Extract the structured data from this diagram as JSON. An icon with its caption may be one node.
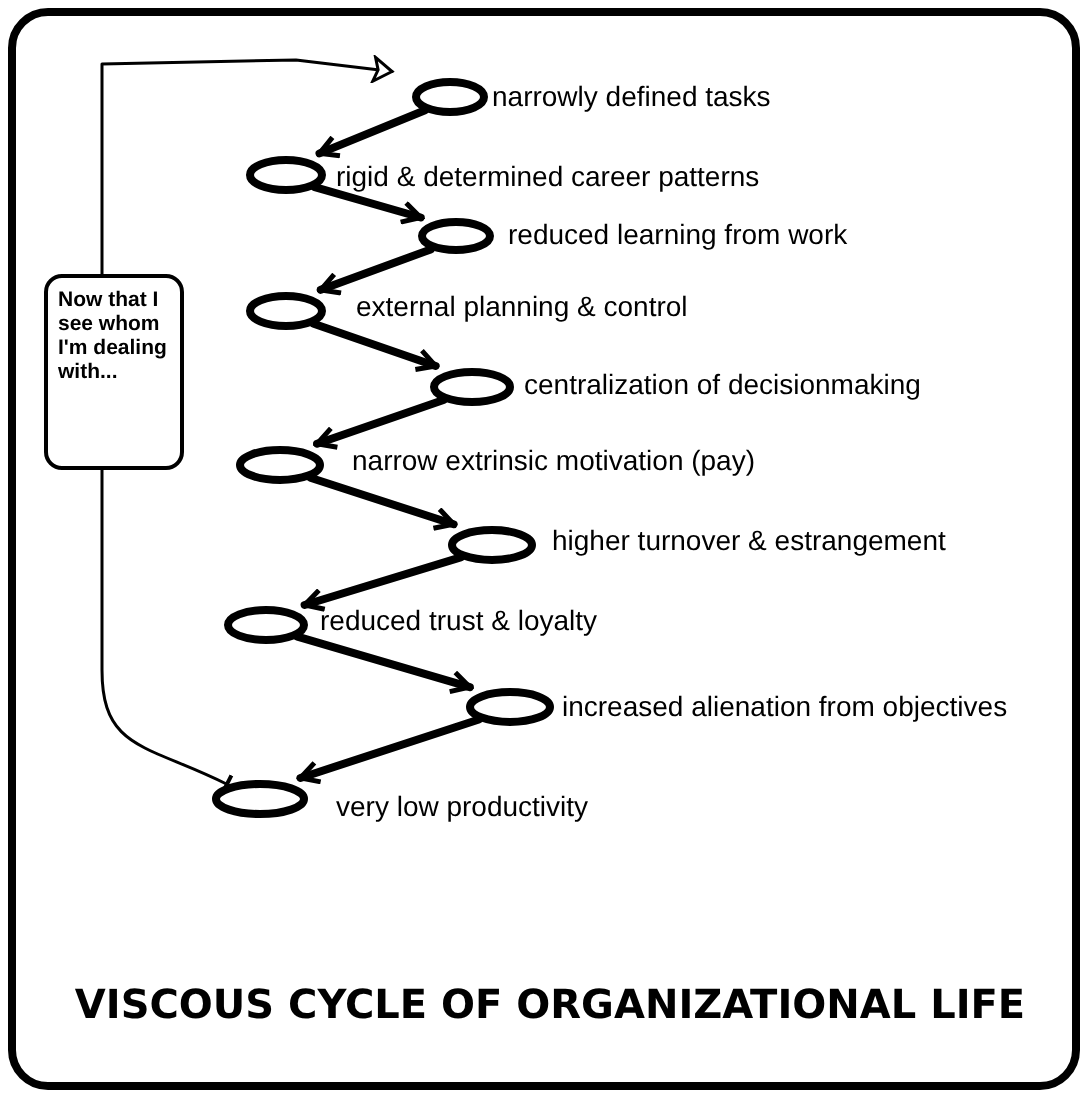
{
  "diagram": {
    "title": "VISCOUS CYCLE OF ORGANIZATIONAL LIFE",
    "nodes": [
      {
        "text": [],
        "shape": "ellipse",
        "beside": [
          "narrowly defined tasks"
        ]
      },
      {
        "text": [],
        "shape": "ellipse",
        "beside": [
          "rigid & determined career patterns"
        ]
      },
      {
        "text": [],
        "shape": "ellipse",
        "beside": [
          "reduced learning from work"
        ]
      },
      {
        "text": [],
        "shape": "ellipse",
        "beside": [
          "external planning & control"
        ]
      },
      {
        "text": [],
        "shape": "ellipse",
        "beside": [
          "centralization of decisionmaking"
        ]
      },
      {
        "text": [],
        "shape": "ellipse",
        "beside": [
          "narrow extrinsic motivation (pay)"
        ]
      },
      {
        "text": [],
        "shape": "ellipse",
        "beside": [
          "higher turnover & estrangement"
        ]
      },
      {
        "text": [],
        "shape": "ellipse",
        "beside": [
          "reduced trust & loyalty"
        ]
      },
      {
        "text": [],
        "shape": "ellipse",
        "beside": [
          "increased alienation from objectives"
        ]
      },
      {
        "text": [],
        "shape": "ellipse",
        "beside": [
          "very low productivity"
        ]
      },
      {
        "text": [
          "Now that I see whom I'm dealing with..."
        ]
      }
    ],
    "edges": [
      {
        "from": 0,
        "to": 1,
        "arrow": "to"
      },
      {
        "from": 1,
        "to": 2,
        "arrow": "to"
      },
      {
        "from": 2,
        "to": 3,
        "arrow": "to"
      },
      {
        "from": 3,
        "to": 4,
        "arrow": "to"
      },
      {
        "from": 4,
        "to": 5,
        "arrow": "to"
      },
      {
        "from": 5,
        "to": 6,
        "arrow": "to"
      },
      {
        "from": 6,
        "to": 7,
        "arrow": "to"
      },
      {
        "from": 7,
        "to": 8,
        "arrow": "to"
      },
      {
        "from": 8,
        "to": 9,
        "arrow": "to"
      },
      {
        "from": 9,
        "to": 10,
        "arrow": "other"
      },
      {
        "from": 10,
        "to": 0,
        "arrow": "to"
      }
    ]
  }
}
